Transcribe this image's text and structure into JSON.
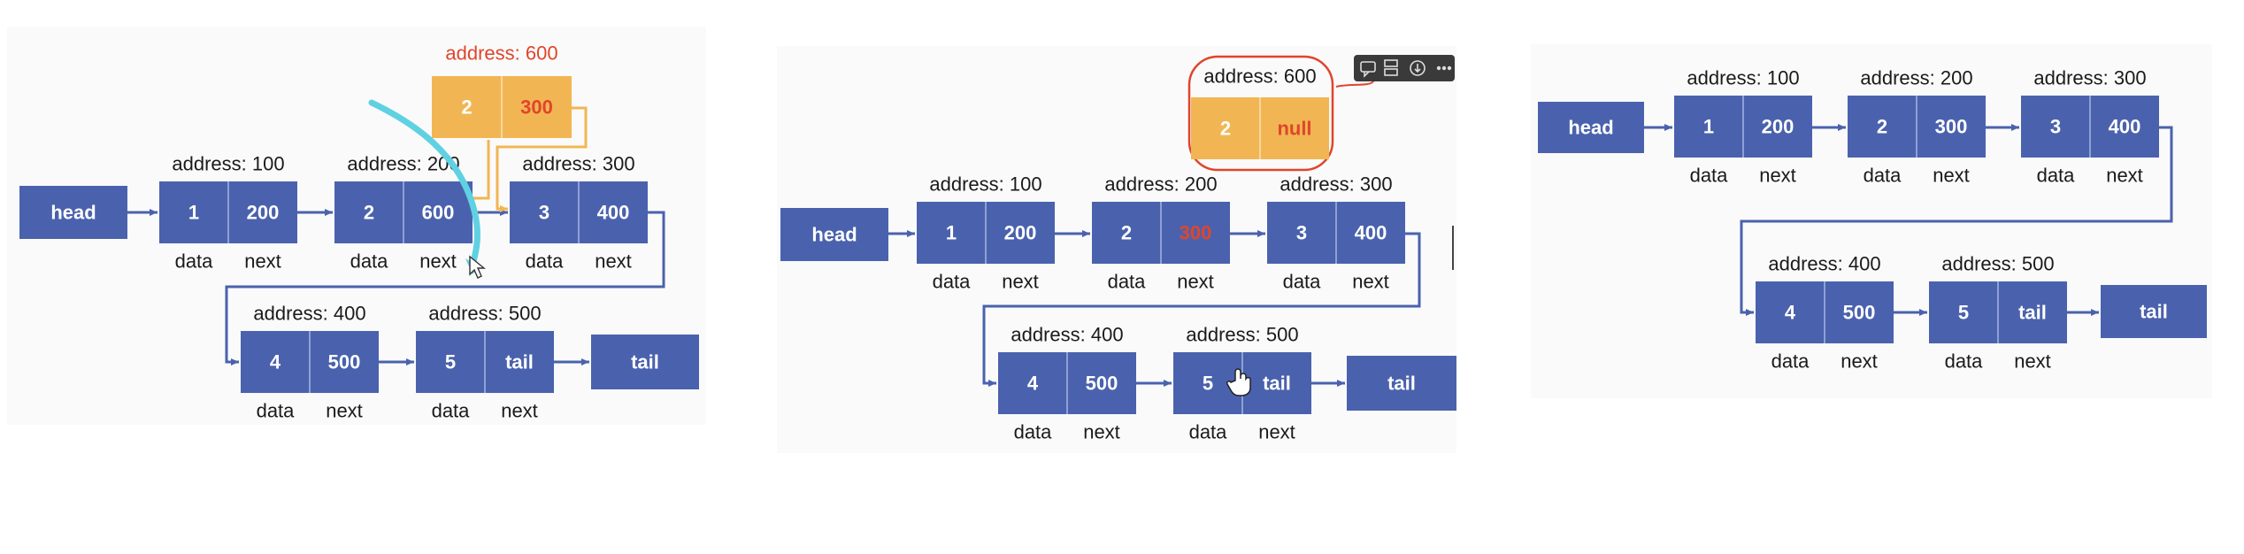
{
  "colors": {
    "node": "#4a62ad",
    "node_new": "#f1b653",
    "divider": "#8fa0d6",
    "arrow": "#4a62ad",
    "highlight": "#e0452b",
    "cursor_stroke": "#5fd1e3"
  },
  "labels": {
    "head": "head",
    "tail": "tail",
    "data": "data",
    "next": "next"
  },
  "panels": [
    {
      "new_node": {
        "address": "address: 600",
        "data": "2",
        "next": "300"
      },
      "nodes": [
        {
          "address": "address: 100",
          "data": "1",
          "next": "200"
        },
        {
          "address": "address: 200",
          "data": "2",
          "next": "600"
        },
        {
          "address": "address: 300",
          "data": "3",
          "next": "400"
        },
        {
          "address": "address: 400",
          "data": "4",
          "next": "500"
        },
        {
          "address": "address: 500",
          "data": "5",
          "next": "tail"
        }
      ]
    },
    {
      "new_node": {
        "address": "address: 600",
        "data": "2",
        "next": "null"
      },
      "nodes": [
        {
          "address": "address: 100",
          "data": "1",
          "next": "200"
        },
        {
          "address": "address: 200",
          "data": "2",
          "next": "300"
        },
        {
          "address": "address: 300",
          "data": "3",
          "next": "400"
        },
        {
          "address": "address: 400",
          "data": "4",
          "next": "500"
        },
        {
          "address": "address: 500",
          "data": "5",
          "next": "tail"
        }
      ]
    },
    {
      "nodes": [
        {
          "address": "address: 100",
          "data": "1",
          "next": "200"
        },
        {
          "address": "address: 200",
          "data": "2",
          "next": "300"
        },
        {
          "address": "address: 300",
          "data": "3",
          "next": "400"
        },
        {
          "address": "address: 400",
          "data": "4",
          "next": "500"
        },
        {
          "address": "address: 500",
          "data": "5",
          "next": "tail"
        }
      ]
    }
  ],
  "toolbar": {
    "icons": [
      "comment-icon",
      "layout-icon",
      "download-icon",
      "more-icon"
    ]
  }
}
